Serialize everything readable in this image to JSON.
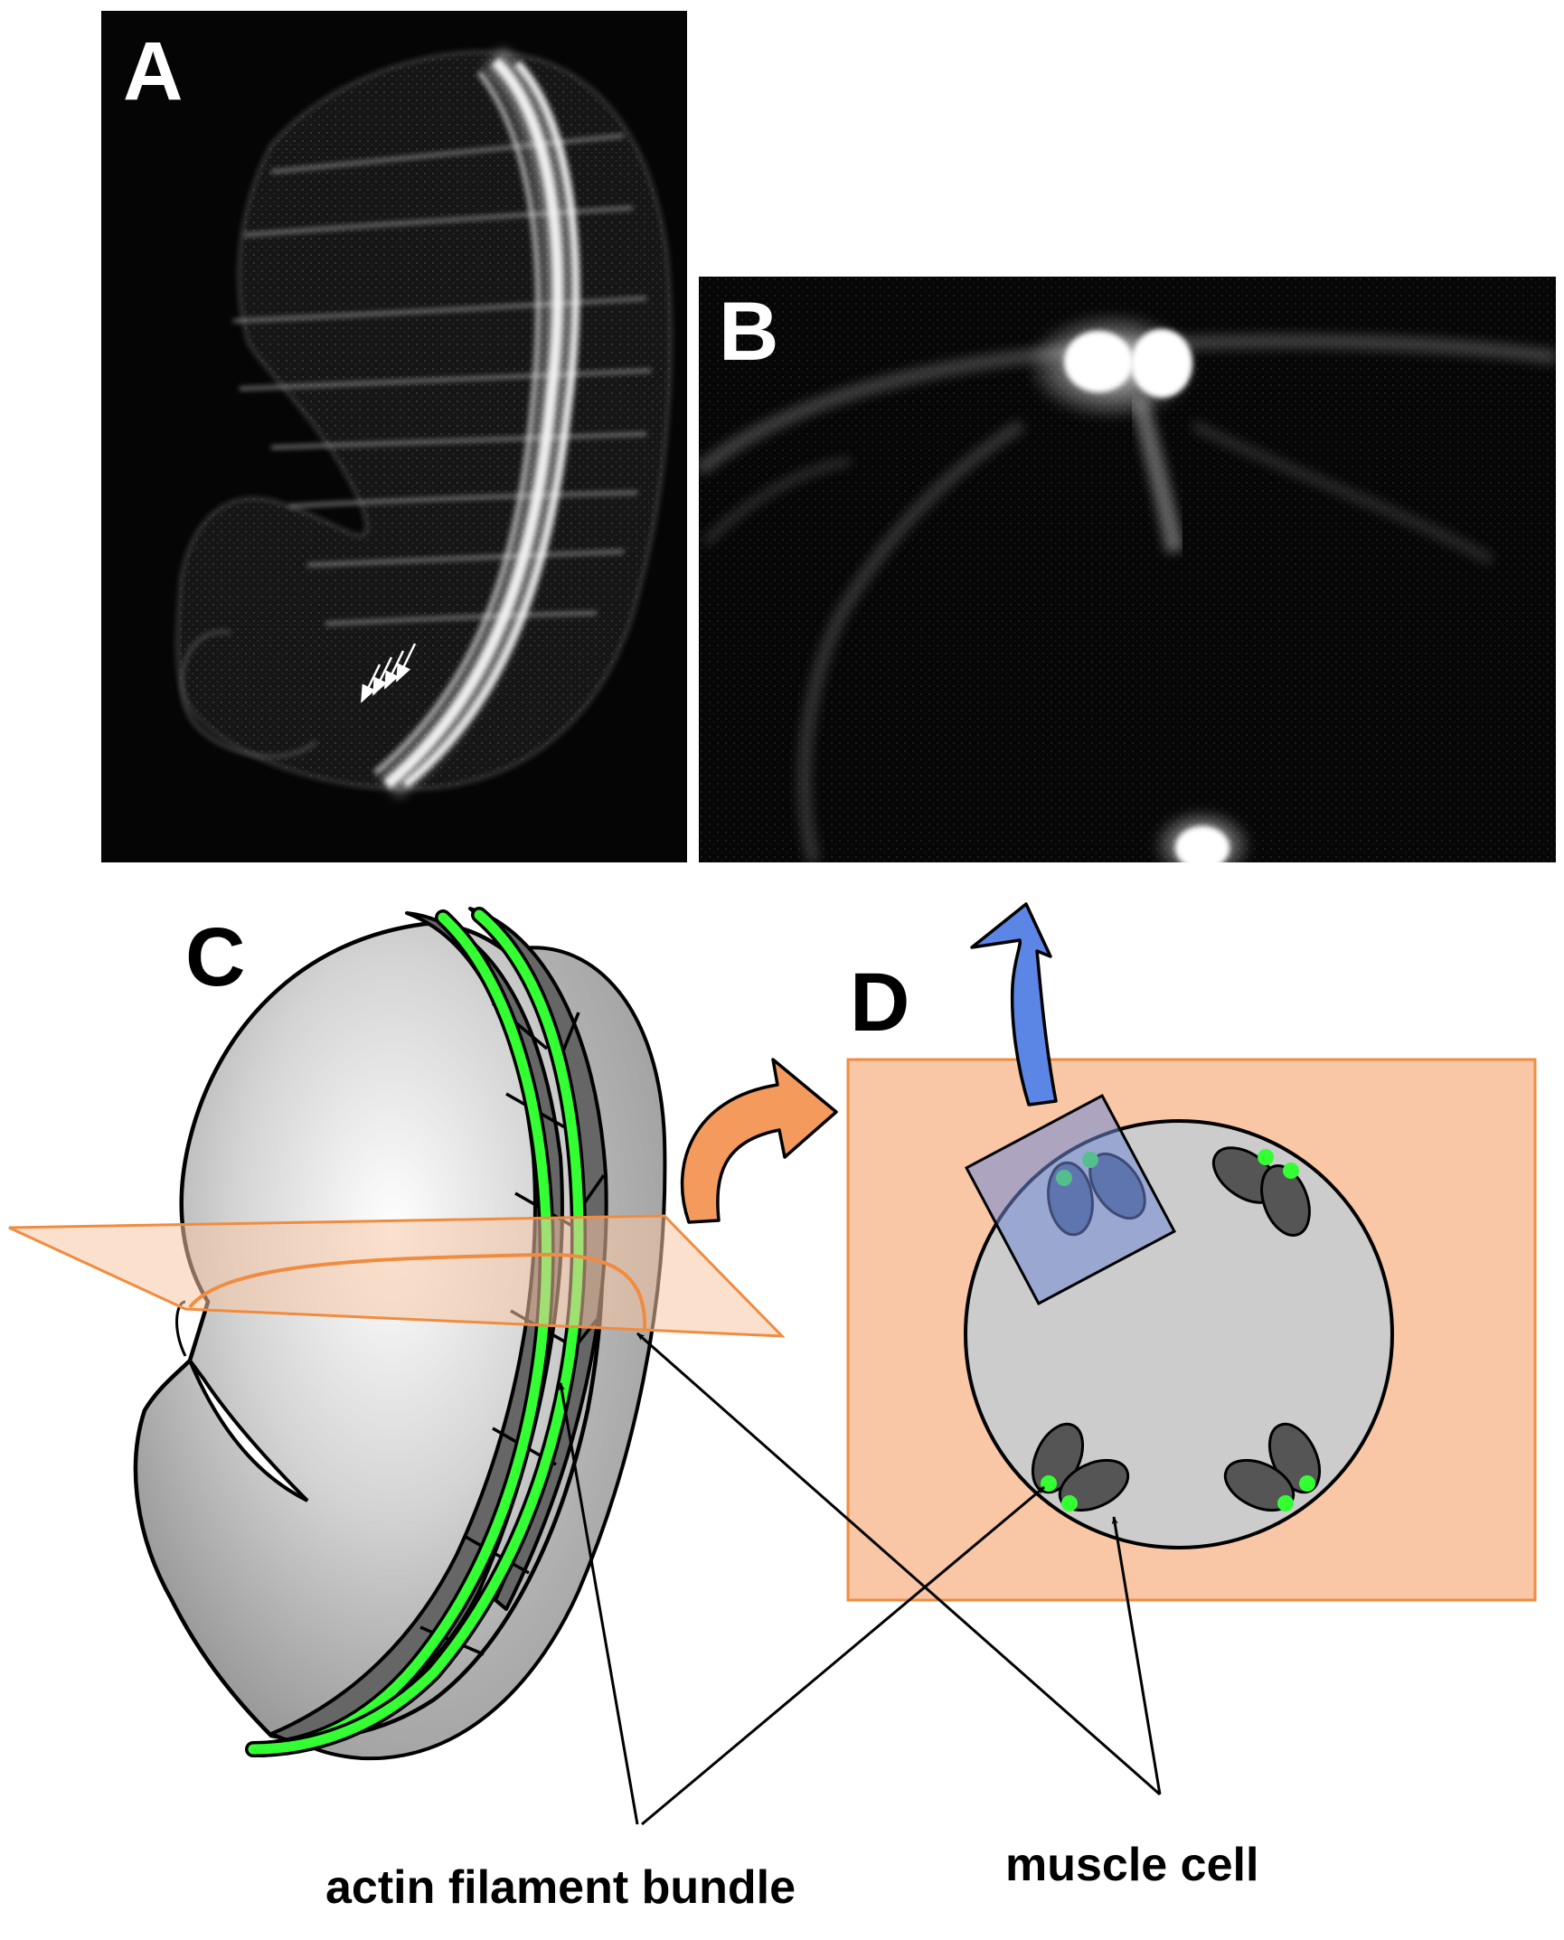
{
  "panels": {
    "a": {
      "letter": "A"
    },
    "b": {
      "letter": "B"
    },
    "c": {
      "letter": "C"
    },
    "d": {
      "letter": "D"
    }
  },
  "labels": {
    "actin": "actin filament bundle",
    "muscle": "muscle cell"
  },
  "colors": {
    "micrograph_bg": "#050505",
    "embryo_fill": "#c8c8c8",
    "muscle_dark": "#666666",
    "actin_green": "#33ff33",
    "section_plane": "#f9c6a6",
    "section_border": "#f08c40",
    "zoom_box": "#6f88d6",
    "blue_arrow": "#5b86e6",
    "orange_arrow": "#f49a5c"
  }
}
